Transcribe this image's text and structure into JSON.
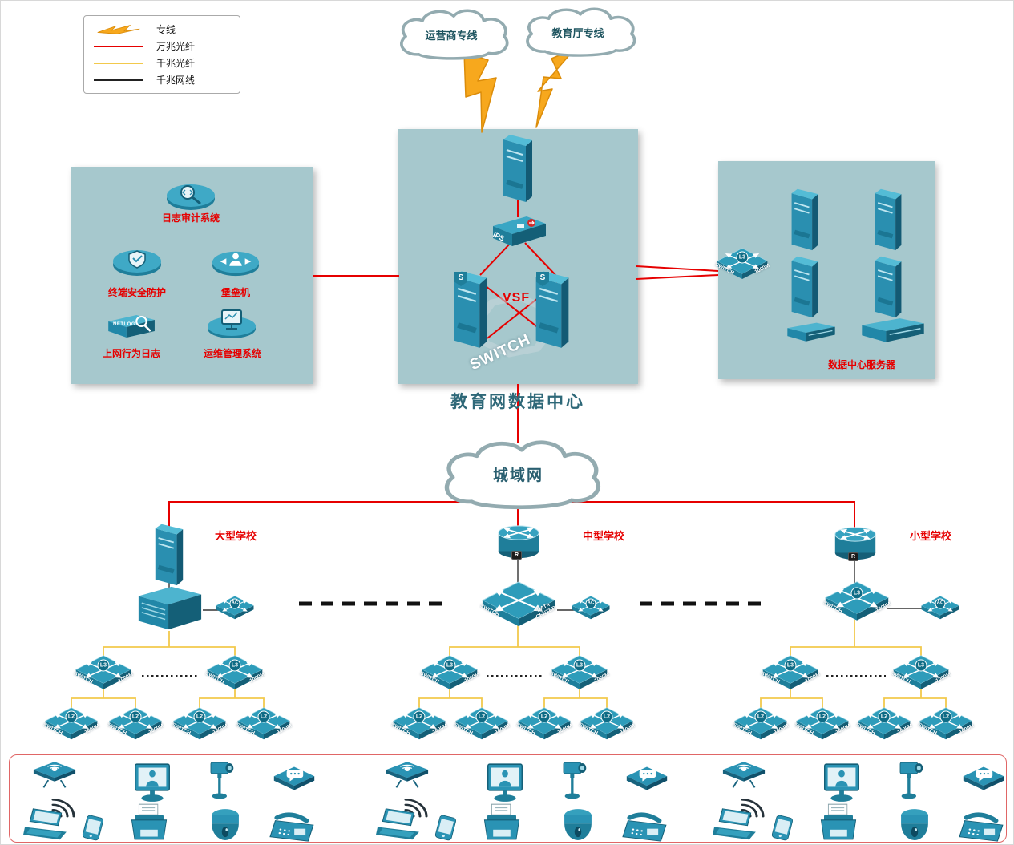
{
  "legend": {
    "items": [
      {
        "label": "专线"
      },
      {
        "label": "万兆光纤"
      },
      {
        "label": "千兆光纤"
      },
      {
        "label": "千兆网线"
      }
    ]
  },
  "clouds": {
    "isp": "运营商专线",
    "edu": "教育厅专线",
    "metro": "城域网"
  },
  "core": {
    "title": "教育网数据中心",
    "ips": "IPS",
    "vsf": "VSF",
    "switch_text": "SWITCH",
    "server_badge": "S"
  },
  "security_zone": {
    "items": [
      {
        "label": "日志审计系统"
      },
      {
        "label": "终端安全防护"
      },
      {
        "label": "堡垒机"
      },
      {
        "label": "上网行为日志",
        "icon_text": "NETLOG"
      },
      {
        "label": "运维管理系统"
      }
    ]
  },
  "server_zone": {
    "title": "数据中心服务器"
  },
  "labels": {
    "switch_front": "SWITCH",
    "switch_speed": "1000M",
    "switch_dc": "DATA CENTER",
    "l3": "L3",
    "l2": "L2",
    "ac": "AC",
    "r": "R"
  },
  "schools": [
    {
      "name": "大型学校"
    },
    {
      "name": "中型学校"
    },
    {
      "name": "小型学校"
    }
  ],
  "endpoint_icons": [
    "wireless-ap",
    "monitor",
    "ptz-camera",
    "chat-terminal",
    "wifi-signal",
    "laptop",
    "smartphone",
    "printer",
    "dome-camera",
    "telephone"
  ]
}
